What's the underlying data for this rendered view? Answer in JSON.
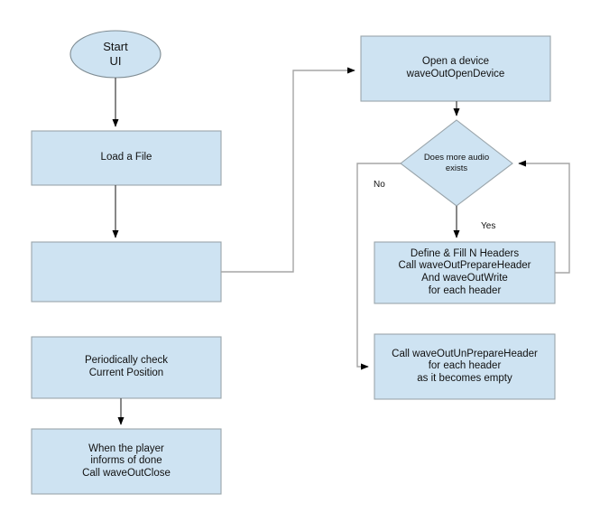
{
  "diagram": {
    "title": "waveOut audio playback flowchart",
    "background_color": "#ffffff",
    "node_fill_color": "#cee3f2",
    "node_stroke_color": "#9aa5ab",
    "connector_color": "#a6a6a6",
    "arrow_color": "#000000",
    "text_color": "#111111"
  },
  "nodes": {
    "start": {
      "label": "Start\nUI",
      "shape": "ellipse"
    },
    "load_file": {
      "label": "Load a File",
      "shape": "rectangle"
    },
    "empty_box": {
      "label": "",
      "shape": "rectangle"
    },
    "periodic_check": {
      "label": "Periodically check\nCurrent Position",
      "shape": "rectangle"
    },
    "player_done": {
      "label": "When the player\ninforms of done\nCall waveOutClose",
      "shape": "rectangle"
    },
    "open_device": {
      "label": "Open a device\nwaveOutOpenDevice",
      "shape": "rectangle"
    },
    "decision_more_audio": {
      "label": "Does more audio\nexists",
      "shape": "diamond"
    },
    "fill_headers": {
      "label": "Define & Fill N Headers\nCall waveOutPrepareHeader\nAnd waveOutWrite\nfor each header",
      "shape": "rectangle"
    },
    "unprepare_header": {
      "label": "Call waveOutUnPrepareHeader\nfor each header\nas it becomes empty",
      "shape": "rectangle"
    }
  },
  "edge_labels": {
    "no": "No",
    "yes": "Yes"
  }
}
